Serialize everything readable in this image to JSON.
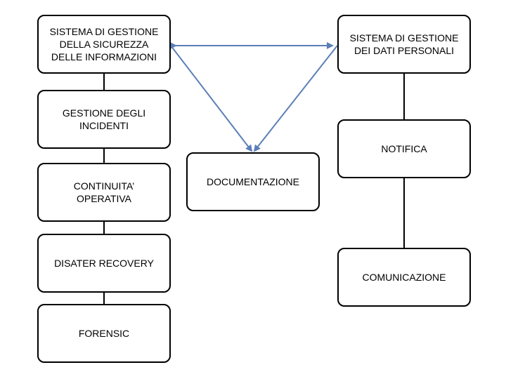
{
  "nodes": {
    "sgsi": "SISTEMA DI GESTIONE\nDELLA SICUREZZA\nDELLE INFORMAZIONI",
    "gestione_incidenti": "GESTIONE DEGLI\nINCIDENTI",
    "continuita_operativa": "CONTINUITA’\nOPERATIVA",
    "disaster_recovery": "DISATER RECOVERY",
    "forensic": "FORENSIC",
    "documentazione": "DOCUMENTAZIONE",
    "sgdp": "SISTEMA DI GESTIONE\nDEI DATI PERSONALI",
    "notifica": "NOTIFICA",
    "comunicazione": "COMUNICAZIONE"
  },
  "colors": {
    "arrow": "#5b7fb8",
    "box_border": "#000000",
    "connector": "#000000"
  }
}
